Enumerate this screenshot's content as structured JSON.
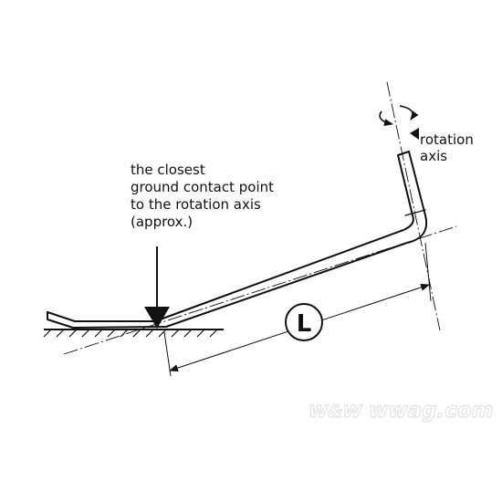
{
  "labels": {
    "contact_line1": "the closest",
    "contact_line2": "ground contact point",
    "contact_line3": "to the rotation axis",
    "contact_line4": "(approx.)",
    "rotation_line1": "rotation",
    "rotation_line2": "axis",
    "length_symbol": "L"
  },
  "watermark": {
    "brand": "W&W",
    "site": "wwag.com"
  },
  "colors": {
    "ink": "#111111",
    "background": "#ffffff",
    "watermark": "#e6e6e6"
  },
  "icons": {
    "rotation": "rotation-arrow-icon",
    "contact": "down-arrow-icon"
  }
}
